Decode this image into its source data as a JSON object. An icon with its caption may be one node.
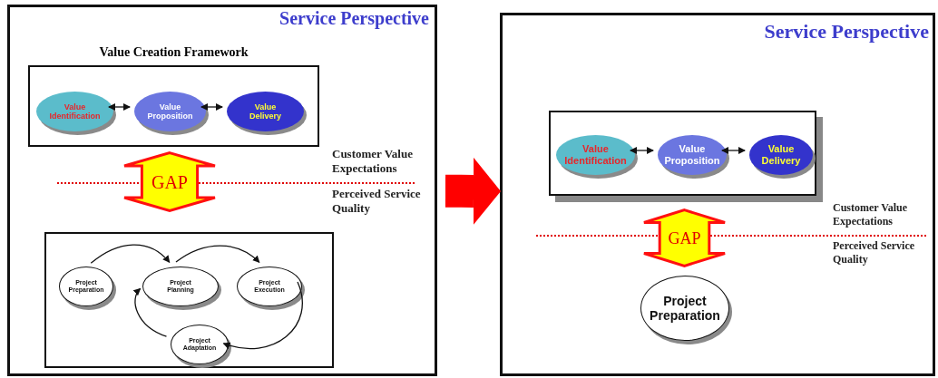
{
  "diagram": {
    "nodes": [
      {
        "text": [
          "Service Perspective"
        ]
      },
      {
        "text": [
          "Value Creation Framework"
        ],
        "in": 0
      },
      {
        "text": [
          "Value Identification"
        ],
        "in": 1
      },
      {
        "text": [
          "Value Proposition"
        ],
        "in": 1
      },
      {
        "text": [
          "Value Delivery"
        ],
        "in": 1
      },
      {
        "text": [
          "GAP"
        ],
        "in": 0
      },
      {
        "text": [],
        "shape": "box",
        "in": 0
      },
      {
        "text": [
          "Project Preparation"
        ],
        "in": 6
      },
      {
        "text": [
          "Project Planning"
        ],
        "in": 6
      },
      {
        "text": [
          "Project Execution"
        ],
        "in": 6
      },
      {
        "text": [
          "Project Adaptation"
        ],
        "in": 6
      },
      {
        "text": [
          "Service Perspective"
        ]
      },
      {
        "text": [],
        "shape": "box",
        "in": 11
      },
      {
        "text": [
          "Value Identification"
        ],
        "in": 12
      },
      {
        "text": [
          "Value Proposition"
        ],
        "in": 12
      },
      {
        "text": [
          "Value Delivery"
        ],
        "in": 12
      },
      {
        "text": [
          "GAP"
        ],
        "in": 11
      },
      {
        "text": [
          "Project Preparation"
        ],
        "in": 11
      }
    ],
    "edges": [
      {
        "from": 2,
        "to": 3,
        "arrow": "both"
      },
      {
        "from": 3,
        "to": 4,
        "arrow": "both"
      },
      {
        "from": 7,
        "to": 8,
        "arrow": "to"
      },
      {
        "from": 8,
        "to": 9,
        "arrow": "to"
      },
      {
        "from": 9,
        "to": 10,
        "arrow": "to"
      },
      {
        "from": 10,
        "to": 8,
        "arrow": "to"
      },
      {
        "from": 13,
        "to": 14,
        "arrow": "both"
      },
      {
        "from": 14,
        "to": 15,
        "arrow": "both"
      },
      {
        "from": 0,
        "to": 11,
        "arrow": "to",
        "style": "thick",
        "color": "#ff0000"
      }
    ],
    "labels": [
      "Customer Value Expectations",
      "Perceived Service Quality",
      "Customer Value Expectations",
      "Perceived Service Quality"
    ]
  }
}
